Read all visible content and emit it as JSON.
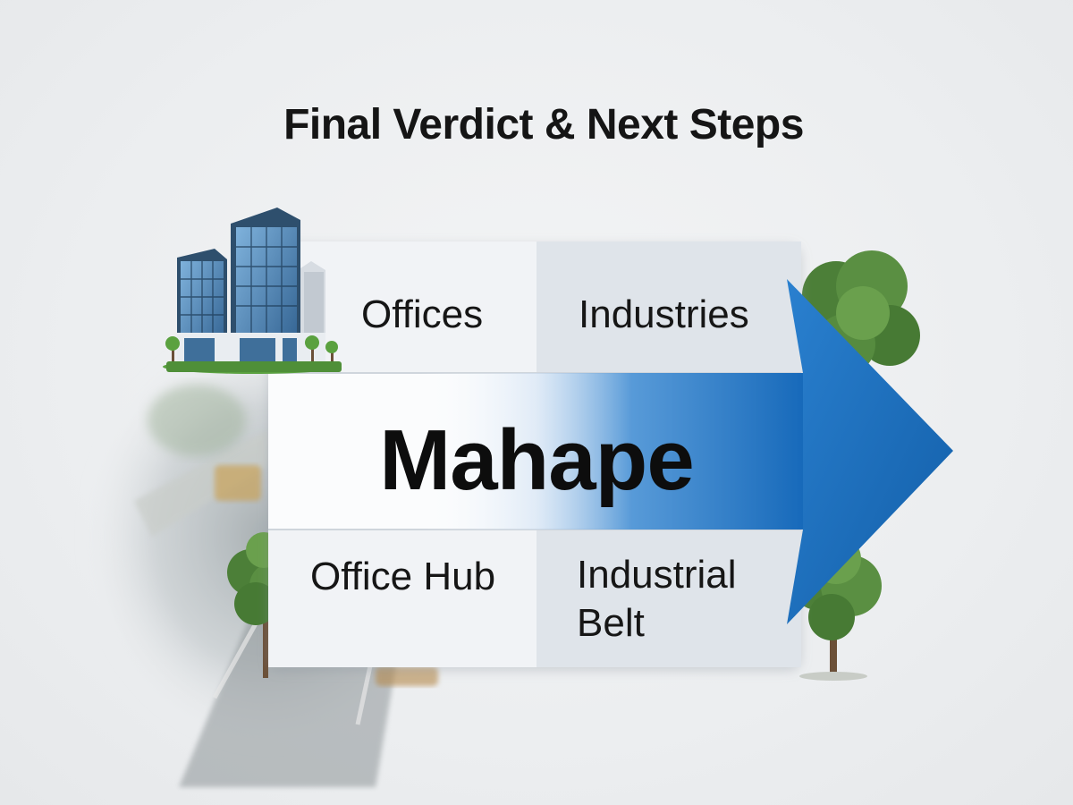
{
  "title": "Final Verdict & Next Steps",
  "center_label": "Mahape",
  "top_row": {
    "left": "Offices",
    "right": "Industries"
  },
  "bottom_row": {
    "left": "Office Hub",
    "right": "Industrial Belt"
  },
  "colors": {
    "arrow_blue": "#1a6fc0",
    "cell_light": "#f4f6f8",
    "cell_shaded": "#dfe4ea",
    "tree_green": "#4f8a3a",
    "building_blue": "#3f6f9a"
  },
  "icons": [
    "office-building-icon",
    "tree-icon",
    "road-scene"
  ]
}
